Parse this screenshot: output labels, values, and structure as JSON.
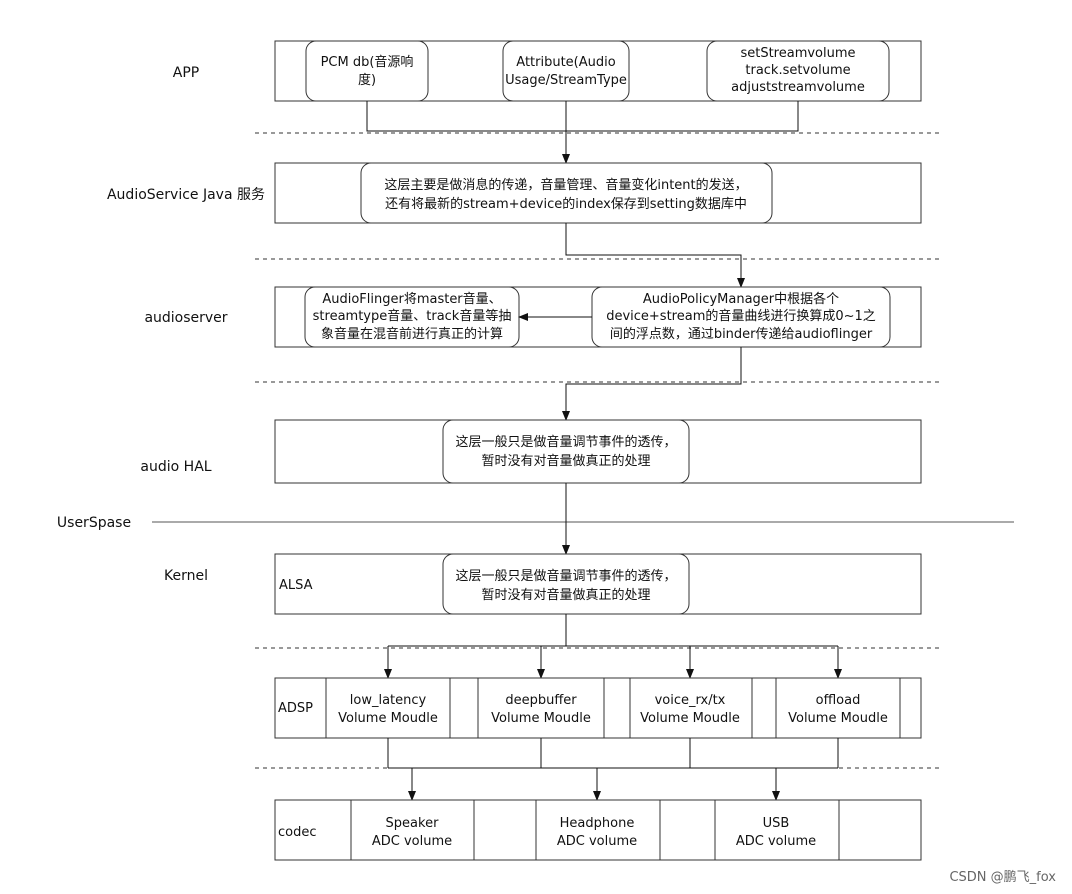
{
  "layers": {
    "app": "APP",
    "audioservice": "AudioService Java 服务",
    "audioserver": "audioserver",
    "hal": "audio HAL",
    "userspace": "UserSpase",
    "kernel": "Kernel"
  },
  "app_boxes": {
    "pcm": [
      "PCM db(音源响",
      "度)"
    ],
    "attribute": [
      "Attribute(Audio",
      "Usage/StreamType"
    ],
    "setvol": [
      "setStreamvolume",
      "track.setvolume",
      "adjuststreamvolume"
    ]
  },
  "audioservice_text": [
    "这层主要是做消息的传递，音量管理、音量变化intent的发送，",
    "还有将最新的stream+device的index保存到setting数据库中"
  ],
  "audioflinger_text": [
    "AudioFlinger将master音量、",
    "streamtype音量、track音量等抽",
    "象音量在混音前进行真正的计算"
  ],
  "apm_text": [
    "AudioPolicyManager中根据各个",
    "device+stream的音量曲线进行换算成0~1之",
    "间的浮点数，通过binder传递给audioflinger"
  ],
  "hal_text": [
    "这层一般只是做音量调节事件的透传，",
    "暂时没有对音量做真正的处理"
  ],
  "alsa_label": "ALSA",
  "kernel_text": [
    "这层一般只是做音量调节事件的透传，",
    "暂时没有对音量做真正的处理"
  ],
  "adsp_label": "ADSP",
  "adsp_modules": [
    [
      "low_latency",
      "Volume Moudle"
    ],
    [
      "deepbuffer",
      "Volume Moudle"
    ],
    [
      "voice_rx/tx",
      "Volume Moudle"
    ],
    [
      "offload",
      "Volume Moudle"
    ]
  ],
  "codec_label": "codec",
  "codec_modules": [
    [
      "Speaker",
      "ADC volume"
    ],
    [
      "Headphone",
      "ADC volume"
    ],
    [
      "USB",
      "ADC volume"
    ]
  ],
  "watermark": "CSDN @鹏飞_fox"
}
